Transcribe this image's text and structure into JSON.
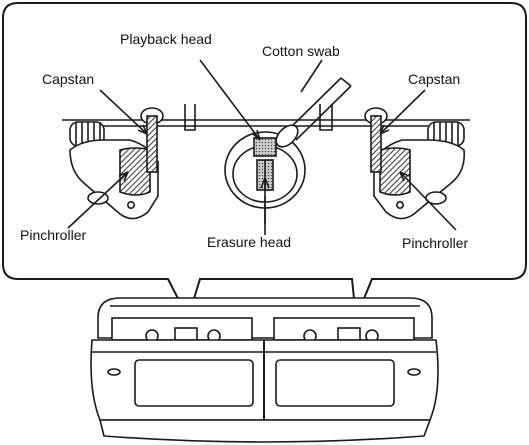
{
  "labels": {
    "capstan_left": "Capstan",
    "capstan_right": "Capstan",
    "playback_head": "Playback head",
    "cotton_swab": "Cotton swab",
    "pinchroller_left": "Pinchroller",
    "pinchroller_right": "Pinchroller",
    "erasure_head": "Erasure head"
  },
  "colors": {
    "line": "#1a1a1a",
    "hatch": "#555555",
    "background": "#ffffff"
  }
}
